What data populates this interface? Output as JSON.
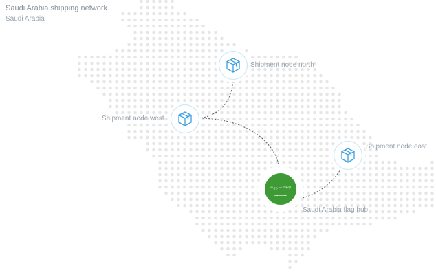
{
  "map": {
    "title": "Saudi Arabia shipping network",
    "region": "Saudi Arabia",
    "dot_color": "#e6e6e6",
    "route_color": "#5d6673",
    "accent_blue": "#3a9fe0",
    "ring_color": "#cde8f6",
    "hub_color": "#3d9a35"
  },
  "hub": {
    "name": "Saudi Arabia flag hub",
    "flag_script": "لا إله إلا الله محمد رسول الله",
    "icon": "saudi-flag-icon"
  },
  "nodes": [
    {
      "id": "north-node",
      "icon": "package-box-icon",
      "label": "Shipment node north"
    },
    {
      "id": "west-node",
      "icon": "package-box-icon",
      "label": "Shipment node west"
    },
    {
      "id": "east-node",
      "icon": "package-box-icon",
      "label": "Shipment node east"
    }
  ],
  "routes": [
    {
      "from": "north-node",
      "to": "west-node",
      "style": "dashed"
    },
    {
      "from": "west-node",
      "to": "hub",
      "style": "dashed"
    },
    {
      "from": "hub",
      "to": "east-node",
      "style": "dashed"
    }
  ]
}
